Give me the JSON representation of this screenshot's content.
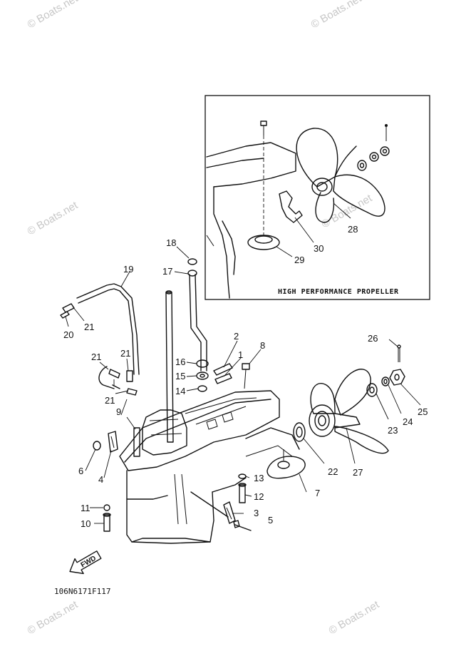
{
  "diagram": {
    "inset_caption": "HIGH PERFORMANCE PROPELLER",
    "drawing_code": "106N6171F117",
    "direction_label": "FWD",
    "watermark": "© Boats.net",
    "callouts": {
      "c1": "1",
      "c2": "2",
      "c3": "3",
      "c4": "4",
      "c5": "5",
      "c6": "6",
      "c7": "7",
      "c8": "8",
      "c9": "9",
      "c10": "10",
      "c11": "11",
      "c12": "12",
      "c13": "13",
      "c14": "14",
      "c15": "15",
      "c16": "16",
      "c17": "17",
      "c18": "18",
      "c19": "19",
      "c20": "20",
      "c21a": "21",
      "c21b": "21",
      "c21c": "21",
      "c21d": "21",
      "c22": "22",
      "c23": "23",
      "c24": "24",
      "c25": "25",
      "c26": "26",
      "c27": "27",
      "c28": "28",
      "c29": "29",
      "c30": "30"
    }
  }
}
